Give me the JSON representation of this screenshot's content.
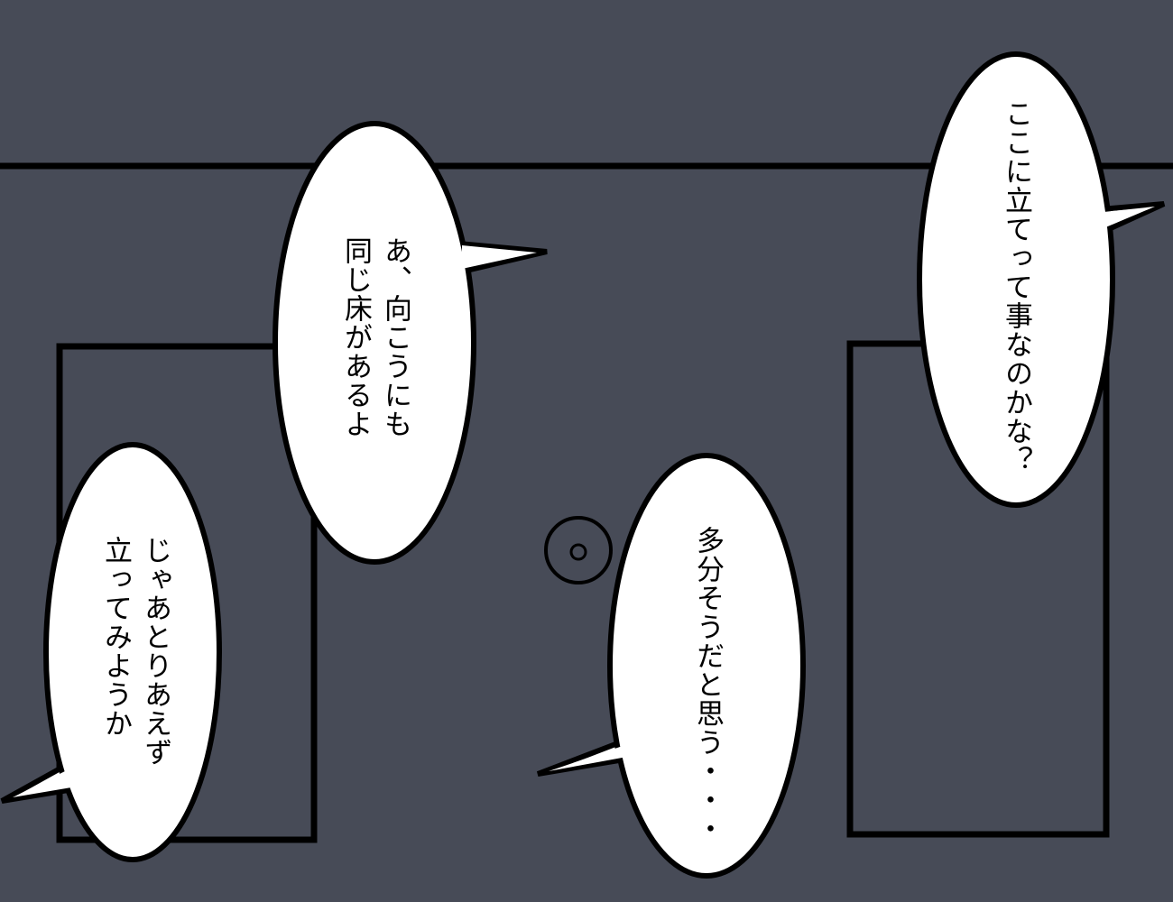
{
  "colors": {
    "background": "#474b57",
    "ink": "#000000",
    "bubble_fill": "#ffffff"
  },
  "bubbles": {
    "top_right": {
      "lines": [
        "ここに立てって事なのかな？"
      ]
    },
    "top_middle": {
      "lines": [
        "あ、向こうにも",
        "同じ床があるよ"
      ]
    },
    "bottom_left": {
      "lines": [
        "じゃあとりあえず",
        "立ってみようか"
      ]
    },
    "bottom_middle": {
      "lines": [
        "多分そうだと思う・・・"
      ]
    }
  }
}
